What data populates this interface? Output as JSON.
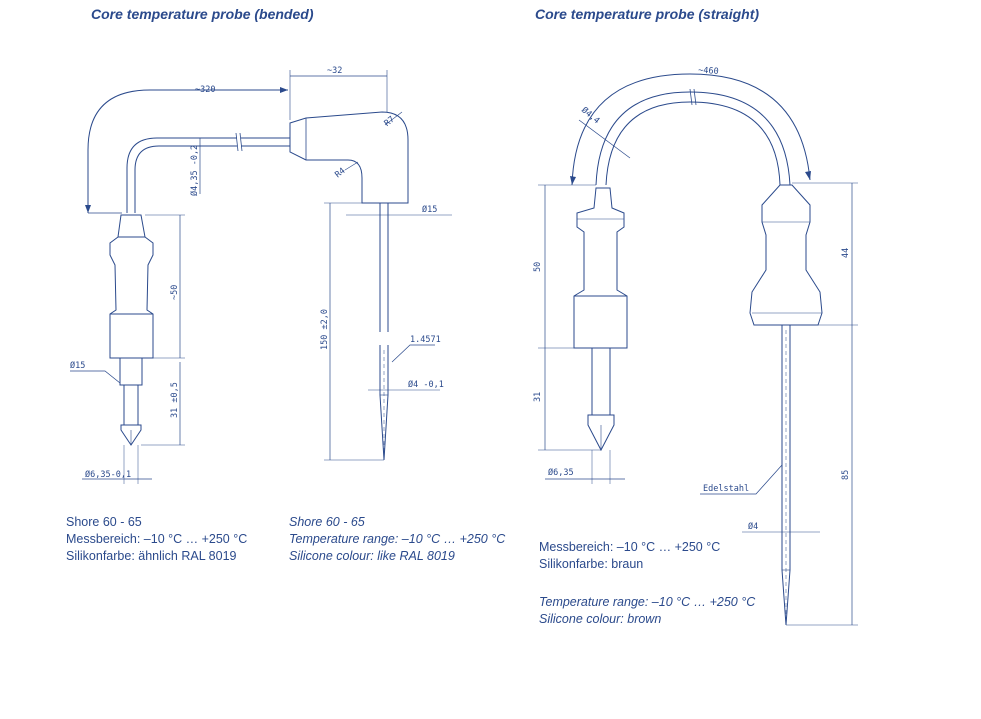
{
  "headings": {
    "bended": "Core temperature probe (bended)",
    "straight": "Core temperature probe (straight)"
  },
  "bended": {
    "dims": {
      "length_320": "~320",
      "width_32": "~32",
      "radius_r7": "R7",
      "radius_r4": "R4",
      "dia_435": "Ø4,35 -0,2",
      "dia_15_handle": "Ø15",
      "dia_15_elbow": "Ø15",
      "len_50": "~50",
      "len_31": "31 ±0,5",
      "dia_635": "Ø6,35-0,1",
      "len_150": "150 ±2,0",
      "material": "1.4571",
      "dia_4": "Ø4 -0,1"
    },
    "notes_de": [
      "Shore 60 - 65",
      "Messbereich: –10 °C … +250 °C",
      "Silikonfarbe: ähnlich RAL 8019"
    ],
    "notes_en": [
      "Shore 60 - 65",
      "Temperature range: –10 °C … +250 °C",
      "Silicone colour: like RAL 8019"
    ]
  },
  "straight": {
    "dims": {
      "length_460": "~460",
      "dia_44": "Ø4,4",
      "len_50": "50",
      "len_31": "31",
      "dia_635": "Ø6,35",
      "len_44": "44",
      "len_85": "85",
      "dia_4": "Ø4",
      "material": "Edelstahl"
    },
    "notes_de": [
      "Messbereich: –10 °C … +250 °C",
      "Silikonfarbe: braun"
    ],
    "notes_en": [
      "Temperature range: –10 °C … +250 °C",
      "Silicone colour: brown"
    ]
  },
  "colors": {
    "ink": "#2b4a8c"
  }
}
